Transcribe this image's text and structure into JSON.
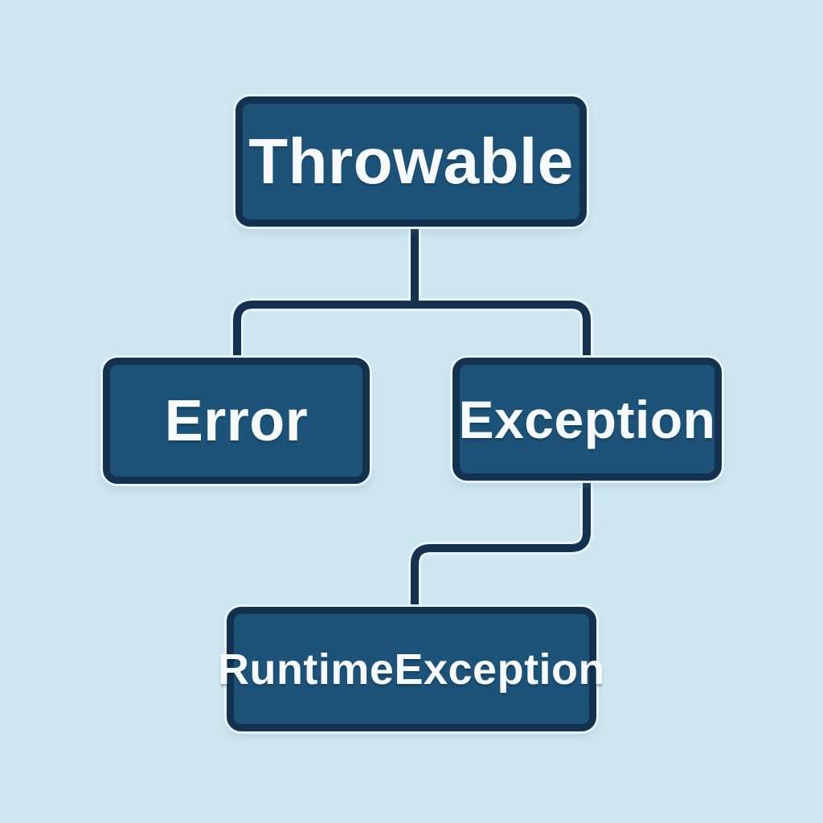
{
  "diagram": {
    "type": "hierarchy",
    "nodes": {
      "throwable": {
        "label": "Throwable"
      },
      "error": {
        "label": "Error"
      },
      "exception": {
        "label": "Exception"
      },
      "runtime_exception": {
        "label": "RuntimeException"
      }
    },
    "edges": [
      {
        "from": "Throwable",
        "to": "Error"
      },
      {
        "from": "Throwable",
        "to": "Exception"
      },
      {
        "from": "Exception",
        "to": "RuntimeException"
      }
    ],
    "colors": {
      "background": "#cde6f0",
      "node_fill": "#1d5379",
      "node_border": "#14314f",
      "connector": "#14314f",
      "connector_halo": "#e8f4f9",
      "text": "#f6fafc"
    }
  }
}
